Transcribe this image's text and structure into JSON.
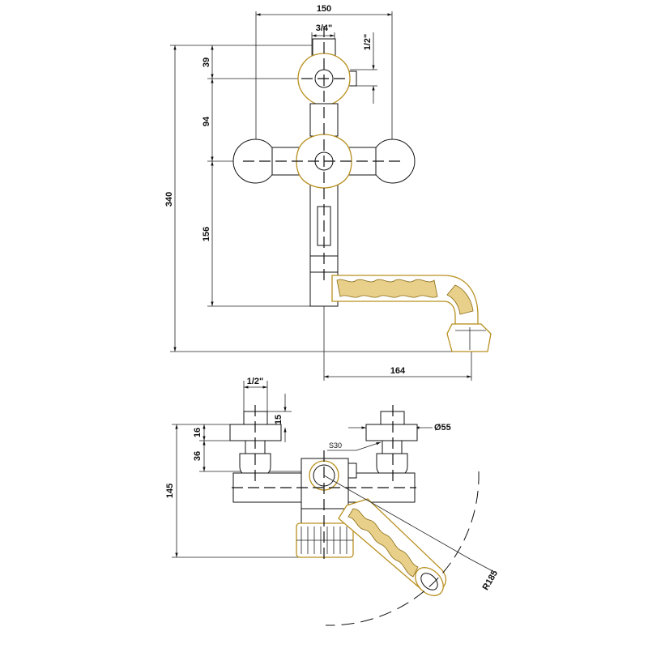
{
  "drawing": {
    "front_view": {
      "dim_width_top": "150",
      "dim_thread_top": "3/4\"",
      "dim_thread_side": "1/2\"",
      "dim_39": "39",
      "dim_94": "94",
      "dim_340": "340",
      "dim_156": "156",
      "dim_164": "164"
    },
    "top_view": {
      "dim_thread": "1/2\"",
      "dim_16": "16",
      "dim_15": "15",
      "dim_36": "36",
      "dim_145": "145",
      "dim_diameter": "Ø55",
      "dim_s30": "S30",
      "dim_radius": "R185"
    }
  },
  "colors": {
    "line": "#111111",
    "gold_outline": "#b8901f",
    "gold_fill": "#e8d08a"
  }
}
